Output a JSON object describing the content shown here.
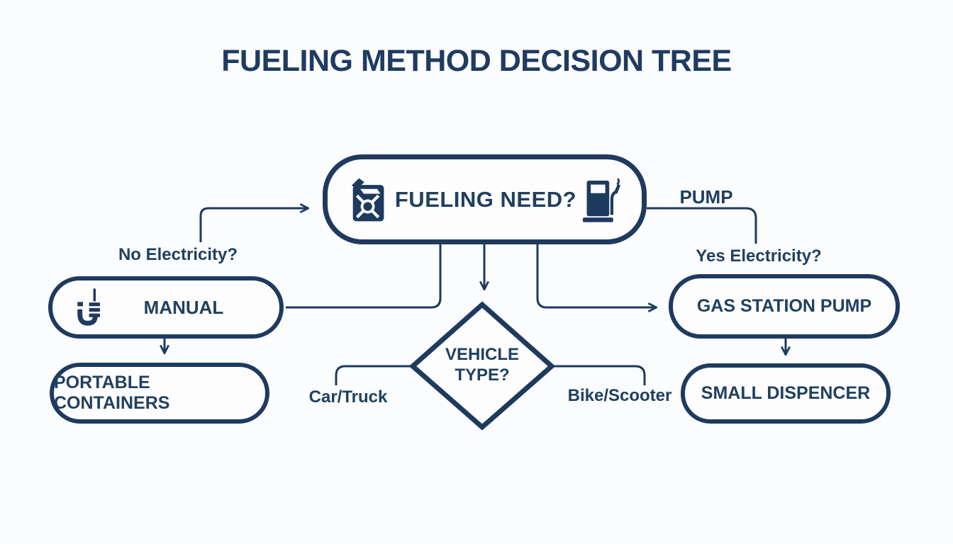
{
  "title": "FUELING METHOD DECISION TREE",
  "colors": {
    "navy": "#1e3a5f",
    "background": "#fbfcfd"
  },
  "nodes": {
    "fueling_need": {
      "label": "FUELING NEED?",
      "left_icon": "jerry-can-icon",
      "right_icon": "fuel-pump-icon"
    },
    "manual": {
      "label": "MANUAL",
      "icon": "hand-pump-icon"
    },
    "portable_containers": {
      "label": "PORTABLE CONTAINERS"
    },
    "gas_station_pump": {
      "label": "GAS STATION PUMP"
    },
    "small_dispenser": {
      "label": "SMALL DISPENCER"
    },
    "vehicle_type": {
      "line1": "VEHICLE",
      "line2": "TYPE?"
    }
  },
  "edge_labels": {
    "no_electricity": "No Electricity?",
    "yes_electricity": "Yes Electricity?",
    "pump": "PUMP",
    "car_truck": "Car/Truck",
    "bike_scooter": "Bike/Scooter"
  }
}
